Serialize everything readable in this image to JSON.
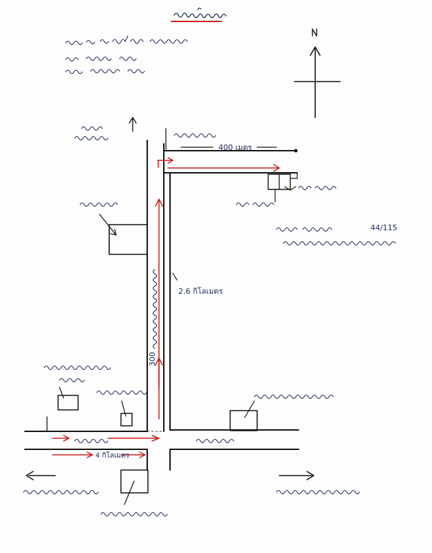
{
  "map": {
    "labels": {
      "distance_400": "400 เมตร",
      "house_number": "44/115",
      "distance_2": "2.6 กิโลเมตร",
      "distance_300": "300",
      "distance_4": "4 กิโลเมตร"
    }
  },
  "colors": {
    "ink": "#141414",
    "route_red": "#c8201c",
    "handwriting": "#1c2a5a"
  }
}
